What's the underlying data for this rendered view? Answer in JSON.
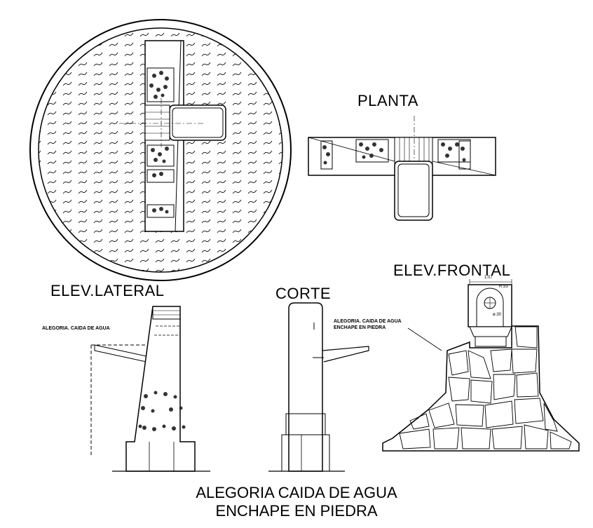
{
  "titles": {
    "plan": "PLANTA",
    "lateral": "ELEV.LATERAL",
    "section": "CORTE",
    "frontal": "ELEV.FRONTAL"
  },
  "notes": {
    "lateral": "ALEGORIA. CAIDA DE AGUA",
    "section_line1": "ALEGORIA. CAIDA DE AGUA",
    "section_line2": "ENCHAPE EN PIEDRA"
  },
  "dimensions": {
    "width": "1.07",
    "radius": "R.53",
    "diameter": "ø.30"
  },
  "caption": {
    "line1": "ALEGORIA CAIDA DE AGUA",
    "line2": "ENCHAPE EN PIEDRA"
  }
}
